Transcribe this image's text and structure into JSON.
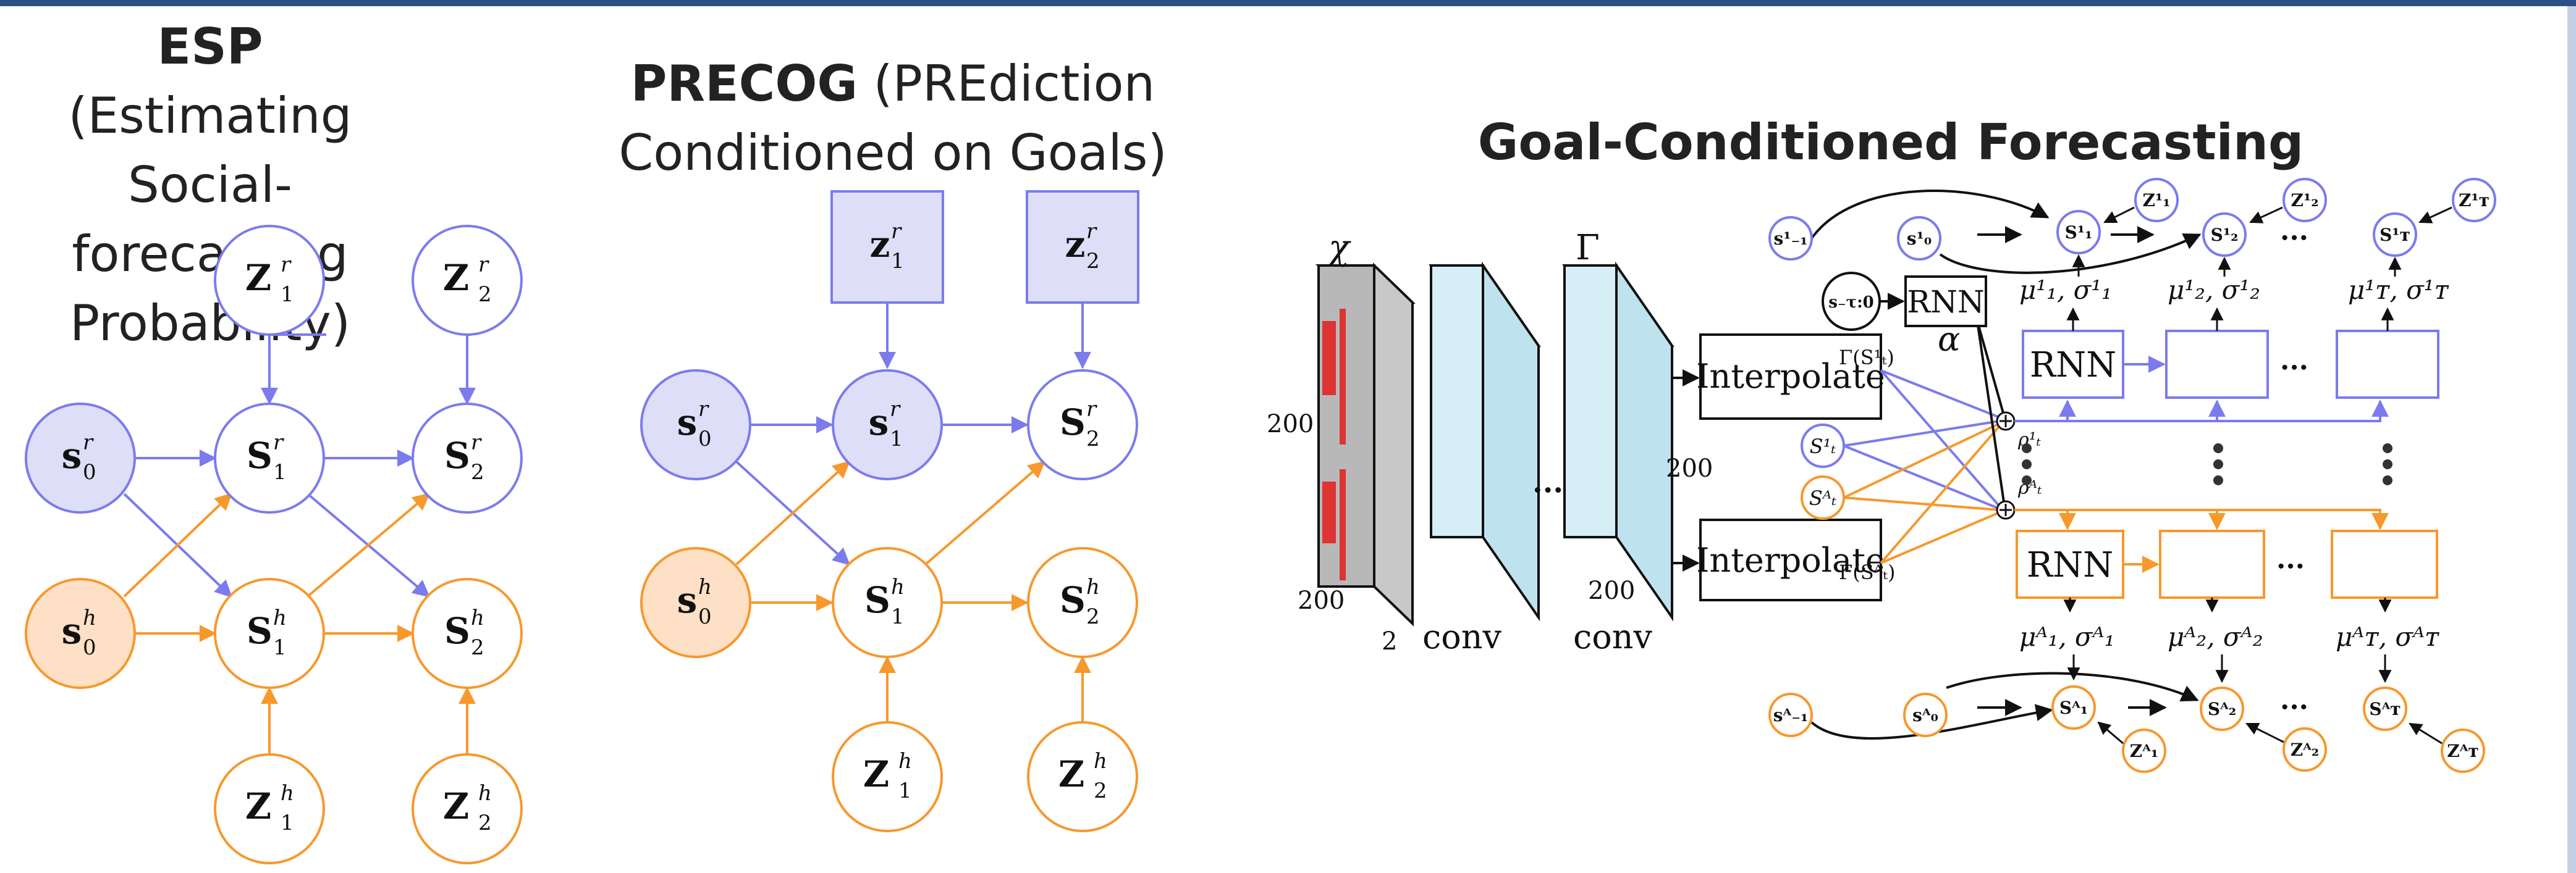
{
  "colors": {
    "top_bar": "#2d4f86",
    "side_bar": "#c4d0e4",
    "robot": "#7b7bee",
    "robot_fill": "#dedef8",
    "human": "#f7982c",
    "human_fill": "#fde0c5",
    "black": "#111111"
  },
  "esp": {
    "title_bold": "ESP",
    "title_rest_1": "(Estimating",
    "title_line_2": "Social-forecasting",
    "title_line_3": "Probability)"
  },
  "precog": {
    "title_bold": "PRECOG",
    "title_rest_1": "(PREdiction",
    "title_line_2": "Conditioned on Goals)"
  },
  "gcf": {
    "title": "Goal-Conditioned Forecasting"
  },
  "nodes": {
    "s": "s",
    "S": "S",
    "Z": "Z",
    "z": "z",
    "sup_r": "r",
    "sup_h": "h",
    "sub_0": "0",
    "sub_1": "1",
    "sub_2": "2"
  },
  "arch": {
    "chi": "χ",
    "gamma": "Γ",
    "dim_200": "200",
    "dim_2": "2",
    "conv": "conv",
    "ellipsis": "···",
    "interpolate": "Interpolate",
    "rnn": "RNN",
    "alpha": "α",
    "gamma_s1": "Γ(S¹ₜ)",
    "gamma_sA": "Γ(Sᴬₜ)",
    "past": "s₋τ:0",
    "rho_1": "ρ¹ₜ",
    "rho_A": "ρᴬₜ",
    "St1": "S¹ₜ",
    "StA": "Sᴬₜ",
    "s_m1_1": "s¹₋₁",
    "s0_1": "s¹₀",
    "S1_1": "S¹₁",
    "S2_1": "S¹₂",
    "ST_1": "S¹ᴛ",
    "Z1_1": "Z¹₁",
    "Z2_1": "Z¹₂",
    "ZT_1": "Z¹ᴛ",
    "s_m1_A": "sᴬ₋₁",
    "s0_A": "sᴬ₀",
    "S1_A": "Sᴬ₁",
    "S2_A": "Sᴬ₂",
    "ST_A": "Sᴬᴛ",
    "Z1_A": "Zᴬ₁",
    "Z2_A": "Zᴬ₂",
    "ZT_A": "Zᴬᴛ",
    "mu1_1": "μ¹₁, σ¹₁",
    "mu2_1": "μ¹₂, σ¹₂",
    "muT_1": "μ¹ᴛ, σ¹ᴛ",
    "mu1_A": "μᴬ₁, σᴬ₁",
    "mu2_A": "μᴬ₂, σᴬ₂",
    "muT_A": "μᴬᴛ, σᴬᴛ"
  }
}
